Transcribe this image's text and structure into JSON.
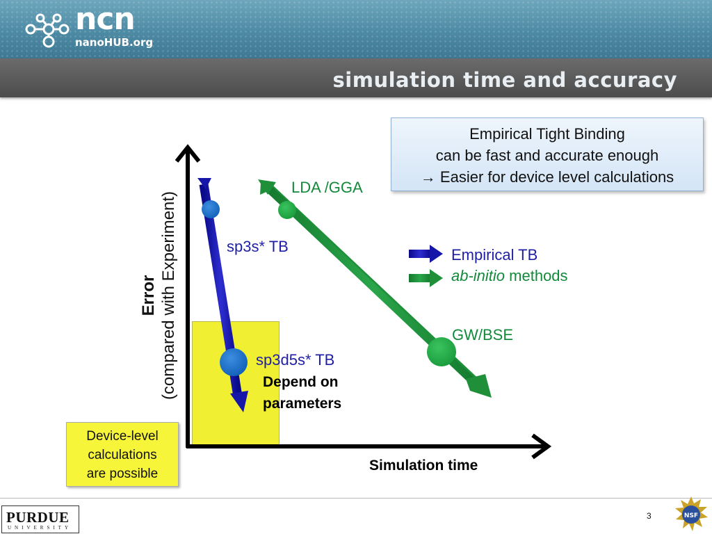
{
  "header": {
    "logo_brand": "ncn",
    "logo_sub": "nanoHUB.org",
    "slide_title": "simulation time and accuracy"
  },
  "callout": {
    "line1": "Empirical Tight Binding",
    "line2": "can be fast and accurate enough",
    "line3": "→ Easier for device level calculations"
  },
  "axes": {
    "y_label_bold": "Error",
    "y_label_sub": "(compared with Experiment)",
    "x_label": "Simulation time"
  },
  "methods": {
    "lda": "LDA /GGA",
    "sp3s": "sp3s* TB",
    "sp3d5s": "sp3d5s* TB",
    "gw": "GW/BSE",
    "depend_line1": "Depend on",
    "depend_line2": "parameters"
  },
  "legend": {
    "empirical": "Empirical TB",
    "abinitio_italic": "ab-initio",
    "abinitio_rest": " methods"
  },
  "device_box": {
    "line1": "Device-level",
    "line2": "calculations",
    "line3": "are possible"
  },
  "footer": {
    "purdue": "PURDUE",
    "purdue_sub": "UNIVERSITY",
    "page_number": "3",
    "nsf": "NSF"
  },
  "colors": {
    "empirical_tb": "#1c1cb0",
    "abinitio": "#1f8f3a",
    "highlight": "#f0ef32",
    "title_bar": "#555555",
    "banner": "#4d8aa4"
  }
}
